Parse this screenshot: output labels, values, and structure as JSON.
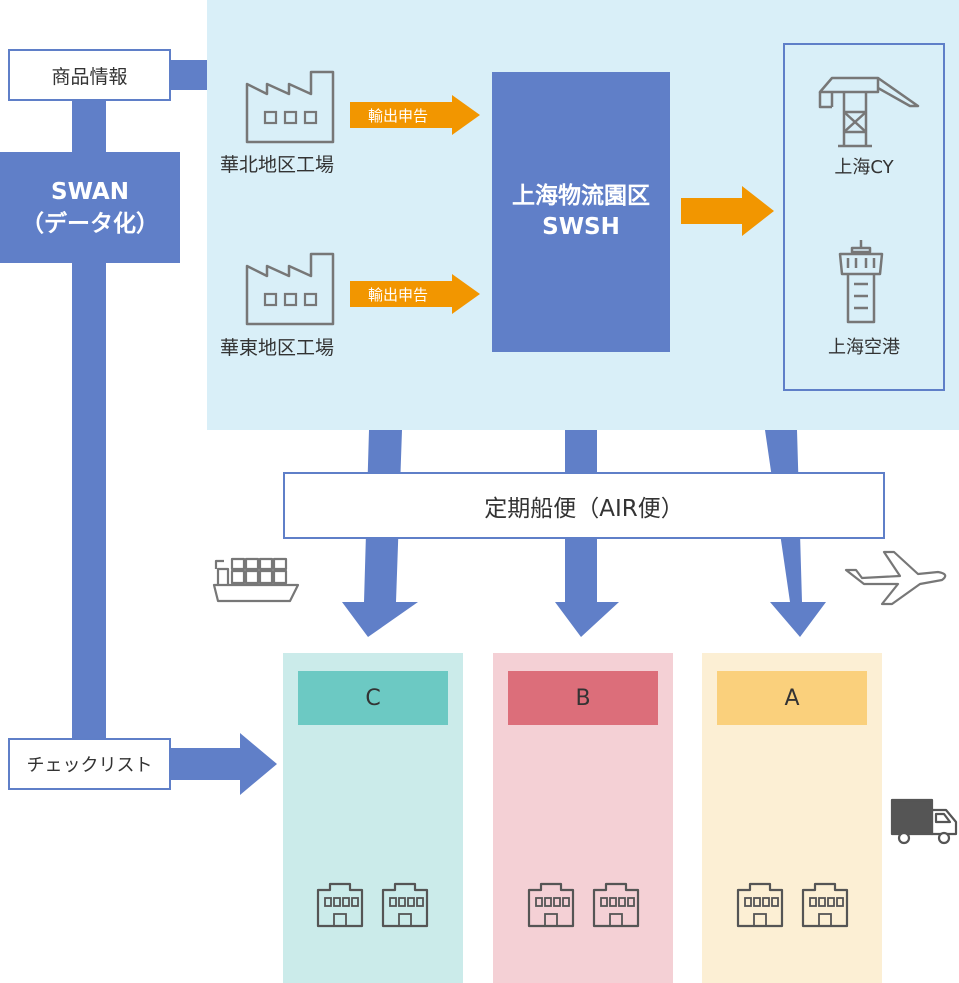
{
  "left": {
    "product_info": "商品情報",
    "swan_line1": "SWAN",
    "swan_line2": "（データ化）",
    "checklist": "チェックリスト"
  },
  "factories": [
    {
      "label": "華北地区工場",
      "arrow_label": "輸出申告"
    },
    {
      "label": "華東地区工場",
      "arrow_label": "輸出申告"
    }
  ],
  "hub": {
    "line1": "上海物流園区",
    "line2": "SWSH"
  },
  "destinations": [
    {
      "label": "上海CY",
      "icon": "gantry-crane-icon"
    },
    {
      "label": "上海空港",
      "icon": "control-tower-icon"
    }
  ],
  "transport": {
    "label": "定期船便（AIR便）",
    "icons": [
      "cargo-ship-icon",
      "airplane-icon",
      "truck-icon"
    ]
  },
  "receivers": [
    {
      "label": "C",
      "color": "#6cc9c3",
      "bg": "#cbebea"
    },
    {
      "label": "B",
      "color": "#dc6e7a",
      "bg": "#f4d0d5"
    },
    {
      "label": "A",
      "color": "#fad07c",
      "bg": "#fcefd4"
    }
  ],
  "colors": {
    "flow_blue": "#607fc8",
    "orange": "#f29600",
    "light_blue": "#d9eff8"
  }
}
